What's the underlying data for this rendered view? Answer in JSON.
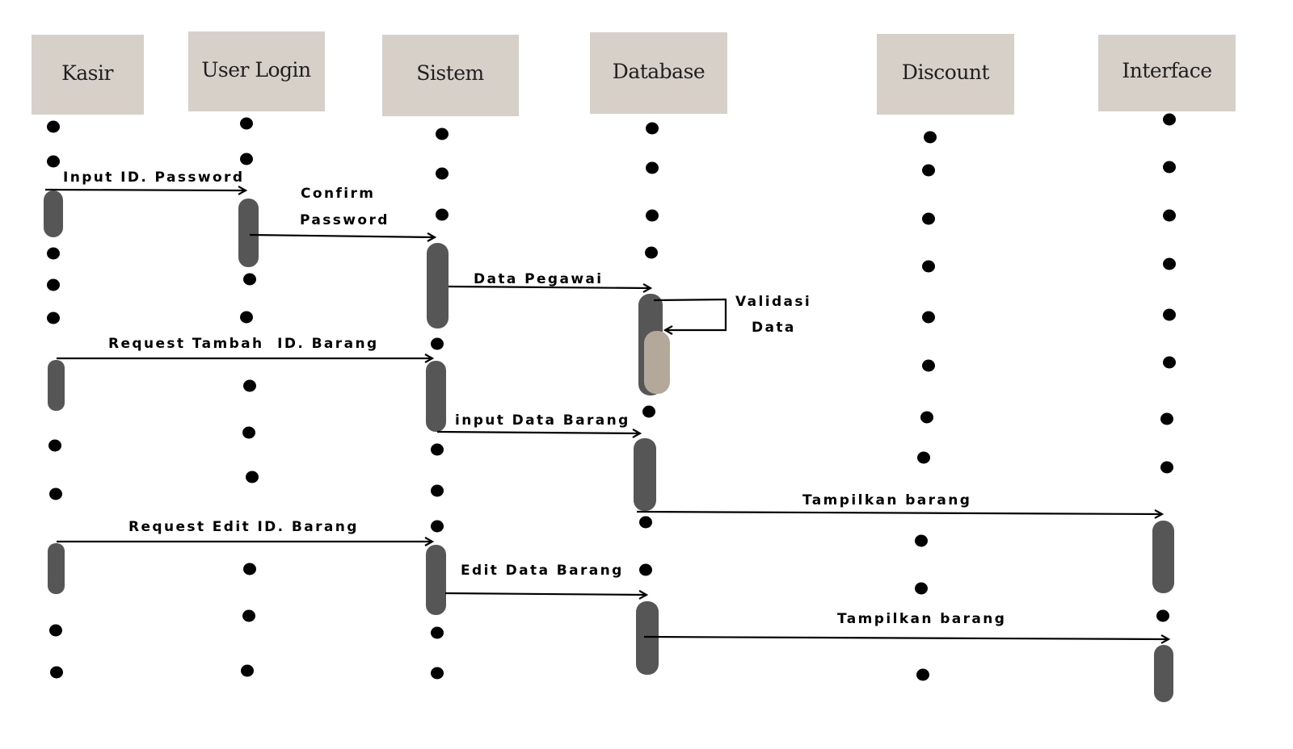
{
  "lifelines": [
    {
      "id": "kasir",
      "label": "Kasir"
    },
    {
      "id": "user-login",
      "label": "User Login"
    },
    {
      "id": "sistem",
      "label": "Sistem"
    },
    {
      "id": "database",
      "label": "Database"
    },
    {
      "id": "discount",
      "label": "Discount"
    },
    {
      "id": "interface",
      "label": "Interface"
    }
  ],
  "messages": {
    "input_id_password": "Input ID. Password",
    "confirm_password_1": "Confirm",
    "confirm_password_2": "Password",
    "data_pegawai": "Data Pegawai",
    "validasi_data_1": "Validasi",
    "validasi_data_2": "Data",
    "request_tambah": "Request Tambah  ID. Barang",
    "input_data_barang": "input Data Barang",
    "tampilkan_barang_1": "Tampilkan barang",
    "request_edit": "Request Edit ID. Barang",
    "edit_data_barang": "Edit Data Barang",
    "tampilkan_barang_2": "Tampilkan barang"
  },
  "colors": {
    "header_box": "#d6d0c9",
    "activation": "#565656",
    "activation_highlight": "#b4a89a",
    "line": "#000000"
  }
}
